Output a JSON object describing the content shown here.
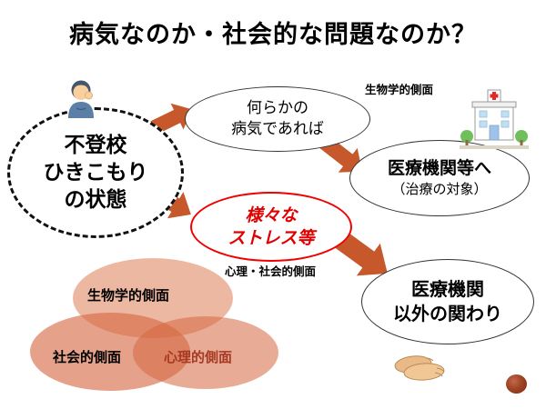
{
  "title": "病気なのか・社会的な問題なのか？",
  "state_oval": {
    "line1": "不登校",
    "line2": "ひきこもり",
    "line3": "の状態"
  },
  "illness_oval": {
    "line1": "何らかの",
    "line2": "病気であれば"
  },
  "medical_oval": {
    "line1": "医療機関等へ",
    "line2": "（治療の対象）"
  },
  "stress_oval": {
    "line1": "様々な",
    "line2": "ストレス等"
  },
  "non_medical_oval": {
    "line1": "医療機関",
    "line2": "以外の関わり"
  },
  "labels": {
    "biological_aspect": "生物学的側面",
    "psycho_social_aspect": "心理・社会的側面"
  },
  "venn": {
    "biological": "生物学的側面",
    "social": "社会的側面",
    "psychological": "心理的側面"
  },
  "icons": {
    "worried_person": "worried-person-icon",
    "hospital": "hospital-icon",
    "caring_hands": "caring-hands-icon",
    "corner_dot": "corner-dot-shape"
  },
  "colors": {
    "arrow": "#c6582b",
    "stress_accent": "#f00000",
    "venn_fill": "#d96840",
    "corner_dot": "#8c3318",
    "title_text": "#000000"
  }
}
